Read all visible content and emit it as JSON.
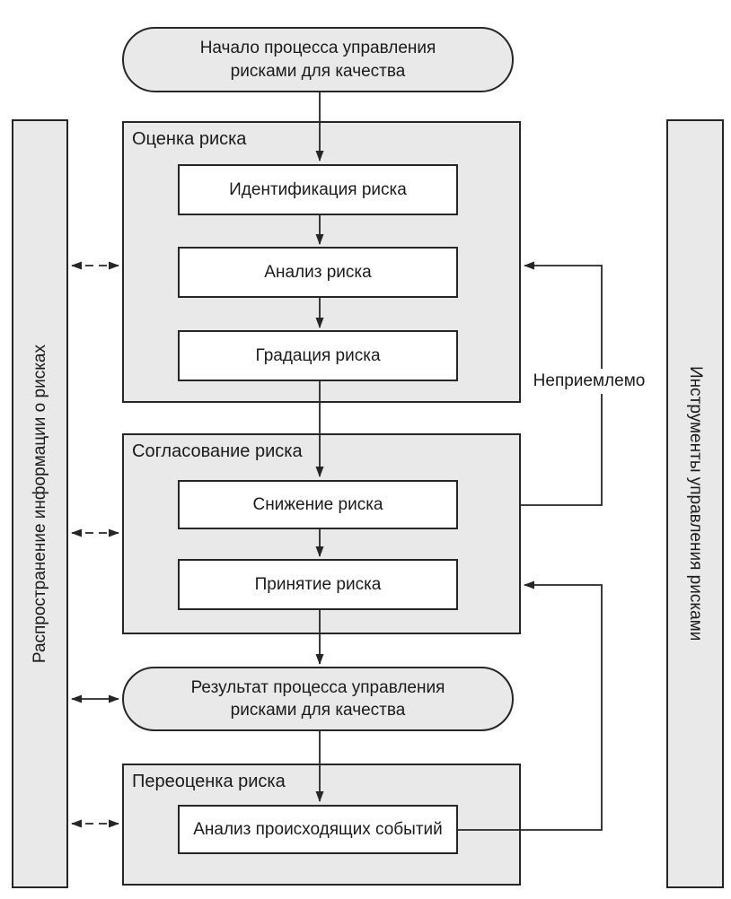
{
  "sidebars": {
    "left": "Распространение информации о рисках",
    "right": "Инструменты управления рисками"
  },
  "nodes": {
    "start_lines": [
      "Начало процесса управления",
      "рисками для качества"
    ],
    "risk_assessment_title": "Оценка риска",
    "risk_identification": "Идентификация риска",
    "risk_analysis": "Анализ риска",
    "risk_evaluation": "Градация риска",
    "risk_control_title": "Согласование риска",
    "risk_reduction": "Снижение риска",
    "risk_acceptance": "Принятие риска",
    "output_lines": [
      "Результат процесса управления",
      "рисками для качества"
    ],
    "risk_review_title": "Переоценка риска",
    "event_review": "Анализ происходящих событий"
  },
  "labels": {
    "unacceptable": "Неприемлемо"
  },
  "colors": {
    "fill": "#e9e9e9",
    "stroke": "#262626",
    "box_fill": "#ffffff",
    "text": "#1b1b1b",
    "background": "#ffffff"
  }
}
